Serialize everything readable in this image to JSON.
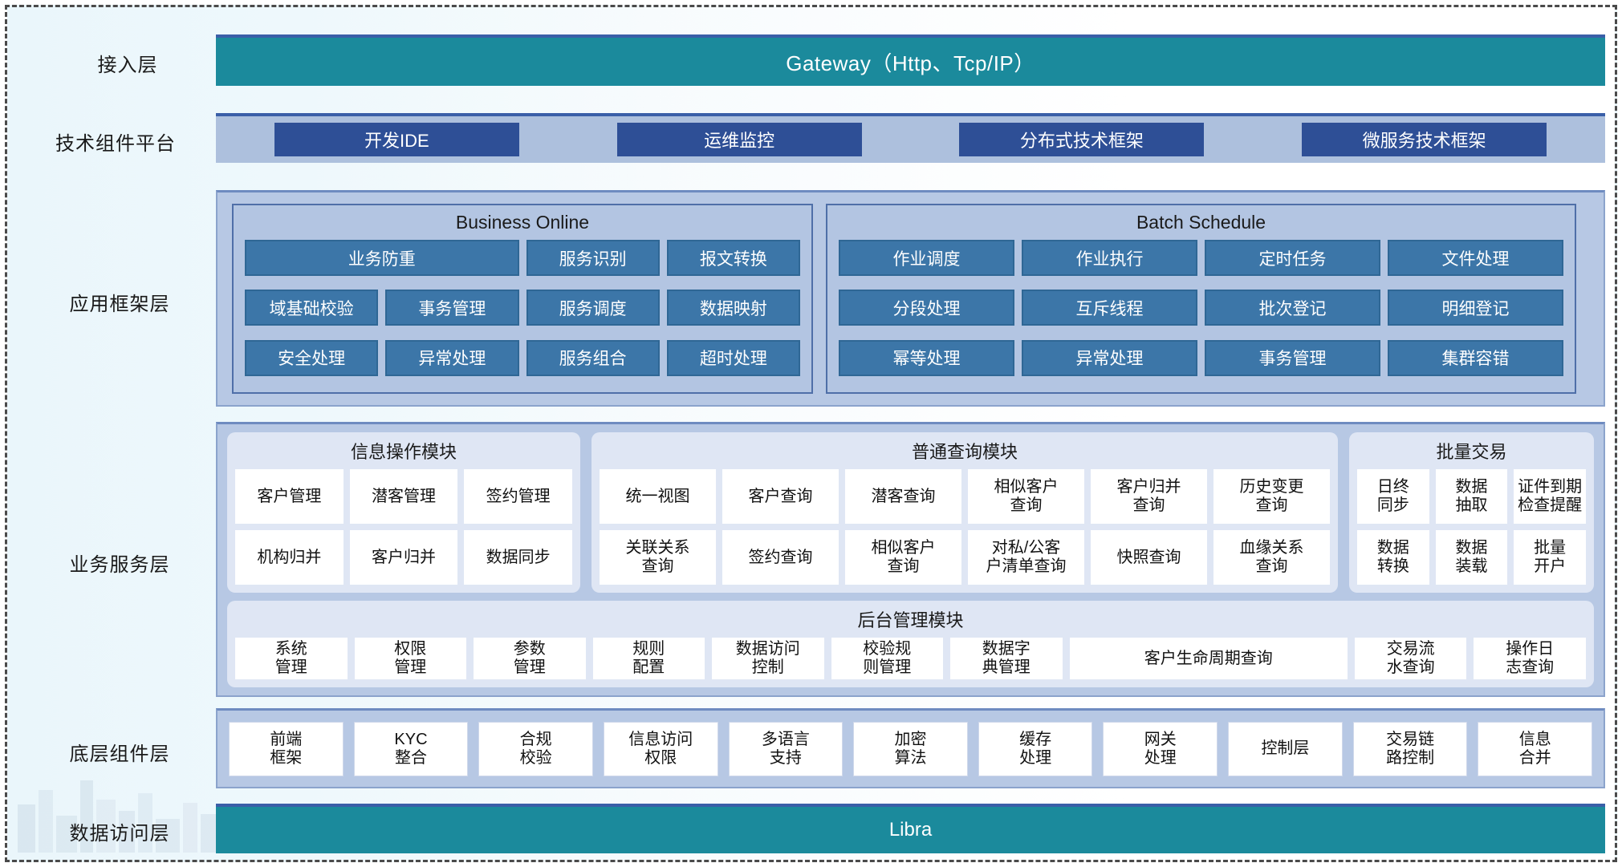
{
  "layers": [
    {
      "label": "接入层"
    },
    {
      "label": "技术组件平台"
    },
    {
      "label": "应用框架层"
    },
    {
      "label": "业务服务层"
    },
    {
      "label": "底层组件层"
    },
    {
      "label": "数据访问层"
    }
  ],
  "gateway": {
    "title": "Gateway（Http、Tcp/IP）"
  },
  "data_access": {
    "title": "Libra"
  },
  "tech_platform": {
    "items": [
      {
        "label": "开发IDE"
      },
      {
        "label": "运维监控"
      },
      {
        "label": "分布式技术框架"
      },
      {
        "label": "微服务技术框架"
      }
    ]
  },
  "app_framework": {
    "groups": [
      {
        "title": "Business Online",
        "items": [
          {
            "label": "业务防重",
            "span": 2
          },
          {
            "label": "服务识别",
            "span": 1
          },
          {
            "label": "报文转换",
            "span": 1
          },
          {
            "label": "域基础校验",
            "span": 1
          },
          {
            "label": "事务管理",
            "span": 1
          },
          {
            "label": "服务调度",
            "span": 1
          },
          {
            "label": "数据映射",
            "span": 1
          },
          {
            "label": "安全处理",
            "span": 1
          },
          {
            "label": "异常处理",
            "span": 1
          },
          {
            "label": "服务组合",
            "span": 1
          },
          {
            "label": "超时处理",
            "span": 1
          }
        ]
      },
      {
        "title": "Batch Schedule",
        "items": [
          {
            "label": "作业调度",
            "span": 1
          },
          {
            "label": "作业执行",
            "span": 1
          },
          {
            "label": "定时任务",
            "span": 1
          },
          {
            "label": "文件处理",
            "span": 1
          },
          {
            "label": "分段处理",
            "span": 1
          },
          {
            "label": "互斥线程",
            "span": 1
          },
          {
            "label": "批次登记",
            "span": 1
          },
          {
            "label": "明细登记",
            "span": 1
          },
          {
            "label": "幂等处理",
            "span": 1
          },
          {
            "label": "异常处理",
            "span": 1
          },
          {
            "label": "事务管理",
            "span": 1
          },
          {
            "label": "集群容错",
            "span": 1
          }
        ]
      }
    ]
  },
  "business_service": {
    "cards": [
      {
        "title": "信息操作模块",
        "items": [
          {
            "label": "客户管理"
          },
          {
            "label": "潜客管理"
          },
          {
            "label": "签约管理"
          },
          {
            "label": "机构归并"
          },
          {
            "label": "客户归并"
          },
          {
            "label": "数据同步"
          }
        ]
      },
      {
        "title": "普通查询模块",
        "items": [
          {
            "label": "统一视图"
          },
          {
            "label": "客户查询"
          },
          {
            "label": "潜客查询"
          },
          {
            "label": "相似客户\n查询"
          },
          {
            "label": "客户归并\n查询"
          },
          {
            "label": "历史变更\n查询"
          },
          {
            "label": "关联关系\n查询"
          },
          {
            "label": "签约查询"
          },
          {
            "label": "相似客户\n查询"
          },
          {
            "label": "对私/公客\n户清单查询"
          },
          {
            "label": "快照查询"
          },
          {
            "label": "血缘关系\n查询"
          }
        ]
      },
      {
        "title": "批量交易",
        "items": [
          {
            "label": "日终\n同步"
          },
          {
            "label": "数据\n抽取"
          },
          {
            "label": "证件到期\n检查提醒"
          },
          {
            "label": "数据\n转换"
          },
          {
            "label": "数据\n装载"
          },
          {
            "label": "批量\n开户"
          }
        ]
      }
    ],
    "admin_module": {
      "title": "后台管理模块",
      "items": [
        {
          "label": "系统\n管理",
          "wide": false
        },
        {
          "label": "权限\n管理",
          "wide": false
        },
        {
          "label": "参数\n管理",
          "wide": false
        },
        {
          "label": "规则\n配置",
          "wide": false
        },
        {
          "label": "数据访问\n控制",
          "wide": false
        },
        {
          "label": "校验规\n则管理",
          "wide": false
        },
        {
          "label": "数据字\n典管理",
          "wide": false
        },
        {
          "label": "客户生命周期查询",
          "wide": true
        },
        {
          "label": "交易流\n水查询",
          "wide": false
        },
        {
          "label": "操作日\n志查询",
          "wide": false
        }
      ]
    }
  },
  "base_components": {
    "items": [
      {
        "label": "前端\n框架"
      },
      {
        "label": "KYC\n整合"
      },
      {
        "label": "合规\n校验"
      },
      {
        "label": "信息访问\n权限"
      },
      {
        "label": "多语言\n支持"
      },
      {
        "label": "加密\n算法"
      },
      {
        "label": "缓存\n处理"
      },
      {
        "label": "网关\n处理"
      },
      {
        "label": "控制层"
      },
      {
        "label": "交易链\n路控制"
      },
      {
        "label": "信息\n合并"
      }
    ]
  },
  "colors": {
    "teal": "#1b8a9c",
    "dark_blue": "#2e4f96",
    "mid_blue": "#3c76a8",
    "band_blue": "#b7c8e4",
    "card_blue": "#dfe6f4",
    "tech_band": "#adc0dd"
  }
}
